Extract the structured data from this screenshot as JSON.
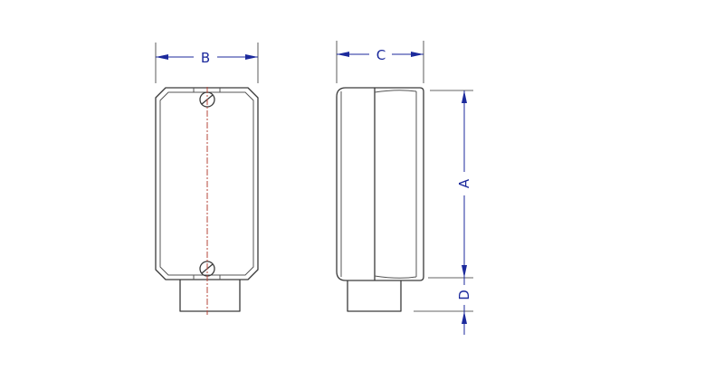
{
  "dimensions": {
    "b": "B",
    "c": "C",
    "a": "A",
    "d": "D"
  }
}
